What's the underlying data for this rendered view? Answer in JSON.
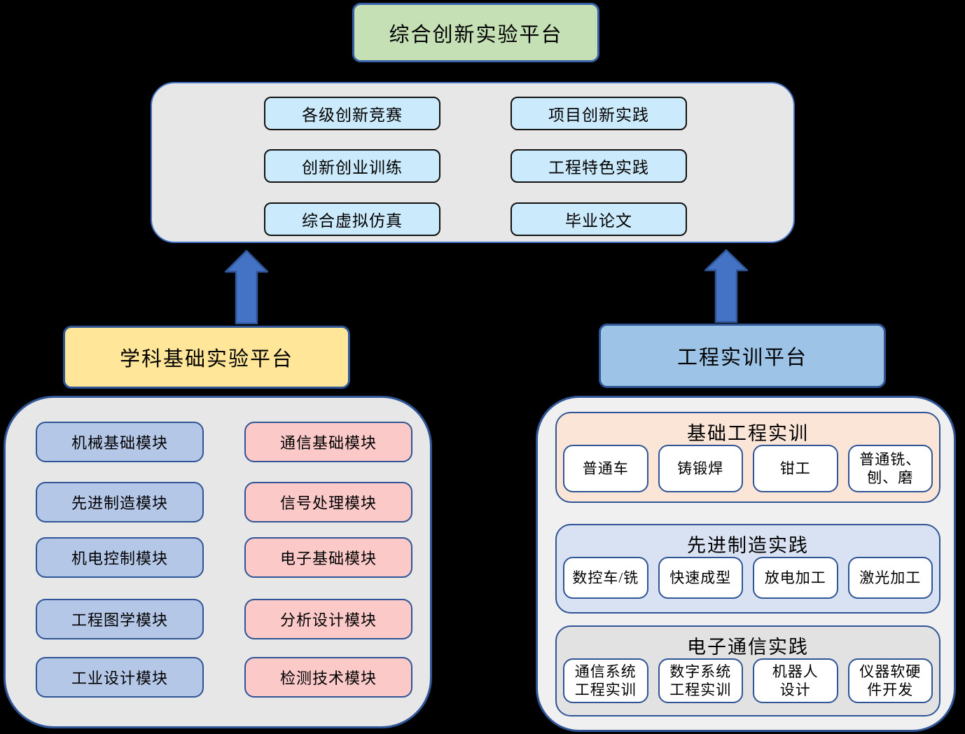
{
  "top_platform": {
    "label": "综合创新实验平台"
  },
  "innovation_panel": {
    "items": [
      "各级创新竞赛",
      "项目创新实践",
      "创新创业训练",
      "工程特色实践",
      "综合虚拟仿真",
      "毕业论文"
    ]
  },
  "left_platform": {
    "label": "学科基础实验平台"
  },
  "right_platform": {
    "label": "工程实训平台"
  },
  "discipline_panel": {
    "blue_modules": [
      "机械基础模块",
      "先进制造模块",
      "机电控制模块",
      "工程图学模块",
      "工业设计模块"
    ],
    "pink_modules": [
      "通信基础模块",
      "信号处理模块",
      "电子基础模块",
      "分析设计模块",
      "检测技术模块"
    ]
  },
  "training_panel": {
    "sections": [
      {
        "title": "基础工程实训",
        "items": [
          "普通车",
          "铸锻焊",
          "钳工",
          "普通铣、\n刨、磨"
        ]
      },
      {
        "title": "先进制造实践",
        "items": [
          "数控车/铣",
          "快速成型",
          "放电加工",
          "激光加工"
        ]
      },
      {
        "title": "电子通信实践",
        "items": [
          "通信系统\n工程实训",
          "数字系统\n工程实训",
          "机器人\n设计",
          "仪器软硬\n件开发"
        ]
      }
    ]
  },
  "colors": {
    "background": "#000000",
    "top_platform_fill": "#C5E0B4",
    "left_platform_fill": "#FFE699",
    "right_platform_fill": "#9DC3E6",
    "innovation_item_fill": "#CBEAFB",
    "panel_gray_fill": "#E8E7E7",
    "blue_module_fill": "#B4C7E7",
    "pink_module_fill": "#FBC9C7",
    "section_basic_fill": "#FBE5D6",
    "section_advanced_fill": "#D9E2F3",
    "section_electronic_fill": "#E2E2E2",
    "border_blue": "#2F5597",
    "arrow_fill": "#4472C4"
  }
}
